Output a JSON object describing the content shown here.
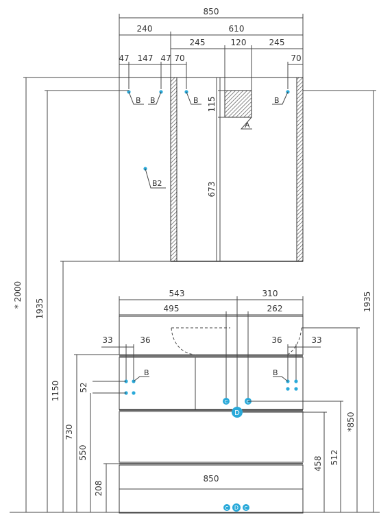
{
  "colors": {
    "line": "#444444",
    "marker": "#29a9d9",
    "hatch": "#555555"
  },
  "mirror_cabinet": {
    "width_total": "850",
    "width_left": "240",
    "width_right": "610",
    "seg_left": "245",
    "seg_mid": "120",
    "seg_right": "245",
    "offset_a": "47",
    "offset_b": "147",
    "offset_c": "47",
    "offset_d": "70",
    "offset_e": "70",
    "socket_height": "115",
    "socket_drop": "673",
    "label_b": "B",
    "label_b2": "B2",
    "label_a": "A"
  },
  "vanity": {
    "width_left": "543",
    "width_right": "310",
    "sub_left": "495",
    "sub_right": "262",
    "edge_left_a": "33",
    "edge_left_b": "36",
    "edge_right_a": "36",
    "edge_right_b": "33",
    "connector_gap": "52",
    "base_width": "850",
    "label_b": "B",
    "marker_c": "C",
    "marker_d": "D"
  },
  "heights": {
    "total": "* 2000",
    "mirror_top_left": "1935",
    "mirror_top_right": "1935",
    "mirror_bottom": "1150",
    "worktop": "730",
    "connectors": "550",
    "plinth": "208",
    "drain": "458",
    "outlet": "512",
    "sink": "*850"
  }
}
